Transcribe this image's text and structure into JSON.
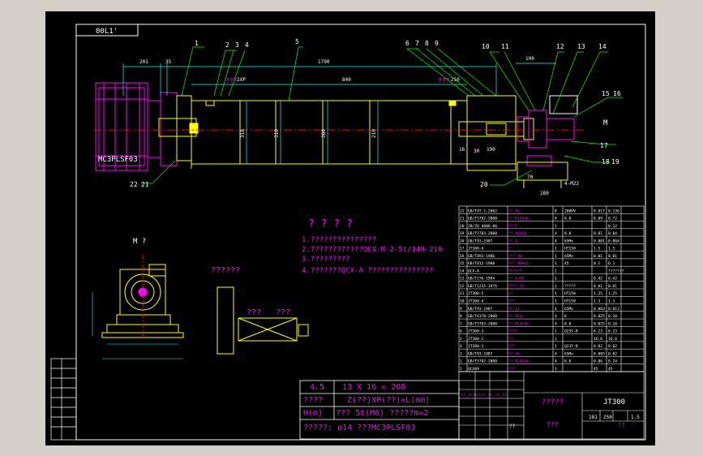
{
  "title_stamp": "00L1'",
  "part_numbers": [
    "1",
    "2",
    "3",
    "4",
    "5",
    "6",
    "7",
    "8",
    "9",
    "10",
    "11",
    "12",
    "13",
    "14",
    "15",
    "16",
    "17",
    "18",
    "19",
    "20",
    "21",
    "22"
  ],
  "dims": {
    "d201": "201",
    "d35": "35",
    "d1790": "1790",
    "d2xp": "2XP",
    "d840": "840",
    "d250": "250",
    "d30": "30",
    "d190": "190",
    "d180": "180",
    "d16": "16",
    "d100": "100",
    "d70": "70",
    "d4m22": "4-M22",
    "d180b": "180",
    "d318": "318",
    "d310": "310",
    "d360": "360",
    "d210": "210"
  },
  "labels": {
    "q_a": "???",
    "q_b": "???",
    "q_c": "???",
    "motor_name": "MC3PLSF03",
    "view_a": "M",
    "view_b": "M ?",
    "section_title": "??????",
    "sec_q1": "???",
    "sec_q2": "???"
  },
  "notes": {
    "title": "? ? ? ?",
    "items": [
      "1.???????????????",
      "2.????????????QCX-M-2-5t/140-210",
      "3.?????????",
      "4.???????QCX-A  ???????????????"
    ]
  },
  "spec": {
    "r1": [
      "4.5",
      "13   X   16  =  208"
    ],
    "r2": [
      "????",
      "Z(??)XP(??)=L(mm)"
    ],
    "r3": [
      "H(m)",
      "???   5t(M6)   ?????m=2"
    ],
    "r4": [
      "?????:  ø14     ???MC3PLSF03"
    ]
  },
  "bom": [
    [
      "22",
      "GB/T97.1-2002",
      "?? 16",
      "8",
      "200HV",
      "0.017",
      "0.136"
    ],
    [
      "21",
      "GB/T5782-2000",
      "?? M16X40",
      "8",
      "8.8",
      "0.09",
      "0.72"
    ],
    [
      "20",
      "JB/ZQ 4606-86",
      "????",
      "1",
      "",
      "",
      "0.12"
    ],
    [
      "19",
      "GB/T5783-2000",
      "??  M8X20",
      "4",
      "8.8",
      "0.01",
      "0.04"
    ],
    [
      "18",
      "GB/T93-1987",
      "??  8",
      "4",
      "65Mn",
      "0.001",
      "0.004"
    ],
    [
      "17",
      "JT300-6",
      "?",
      "1",
      "HT150",
      "1.5",
      "1.5"
    ],
    [
      "16",
      "GB/T893-1986",
      "???  90",
      "1",
      "65Mn",
      "0.01",
      "0.01"
    ],
    [
      "15",
      "GB/T812-1988",
      "???  M60X2",
      "1",
      "45",
      "0.1",
      "0.1"
    ],
    [
      "14",
      "QCX-A",
      "??????",
      "1",
      "",
      "",
      "???????"
    ],
    [
      "13",
      "GB/T276-1994",
      "?? 6308",
      "1",
      "",
      "0.42",
      "0.42"
    ],
    [
      "12",
      "GB/T1235-1976",
      "????  13",
      "1",
      "?????",
      "0.01",
      "0.01"
    ],
    [
      "11",
      "JT300-5",
      "??",
      "1",
      "HT150",
      "1.25",
      "1.25"
    ],
    [
      "10",
      "JT300-4",
      "???",
      "1",
      "HT150",
      "1.3",
      "1.3"
    ],
    [
      "9",
      "GB/T93-1987",
      "??  14",
      "4",
      "65Mn",
      "0.003",
      "0.012"
    ],
    [
      "8",
      "GB/T6170-2000",
      "?? M14",
      "4",
      "8",
      "0.025",
      "0.10"
    ],
    [
      "7",
      "GB/T5783-2000",
      "?? M14X45",
      "4",
      "8.8",
      "0.025",
      "0.10"
    ],
    [
      "6",
      "JT300-3",
      "????",
      "1",
      "Q235-B",
      "8.23",
      "8.23"
    ],
    [
      "5",
      "JT300-2",
      "??",
      "1",
      "",
      "16.6",
      "16.6"
    ],
    [
      "4",
      "JT300-1",
      "???",
      "1",
      "Q235-B",
      "0.02",
      "0.02"
    ],
    [
      "3",
      "GB/T93-1987",
      "??  24",
      "4",
      "65Mn",
      "0.005",
      "0.02"
    ],
    [
      "2",
      "GB/T5782-2000",
      "?? M24X60",
      "4",
      "8.8",
      "0.06",
      "0.24"
    ],
    [
      "1",
      "QCX09",
      "???",
      "1",
      "",
      "45",
      "45"
    ]
  ],
  "title_block": {
    "drawing_name": "?????",
    "code": "JT300",
    "company": "???",
    "scale_a": "181",
    "scale_b": "250",
    "scale_c": "1.5",
    "sheet_count": "??",
    "row_text": "??  ???????  ??  ??  ??",
    "date": "??"
  },
  "colors": {
    "frame": "#ffffff",
    "dim": "#00ffff",
    "outline": "#ffff00",
    "part": "#ff00ff",
    "center": "#ff0000",
    "leader": "#00ff00"
  }
}
